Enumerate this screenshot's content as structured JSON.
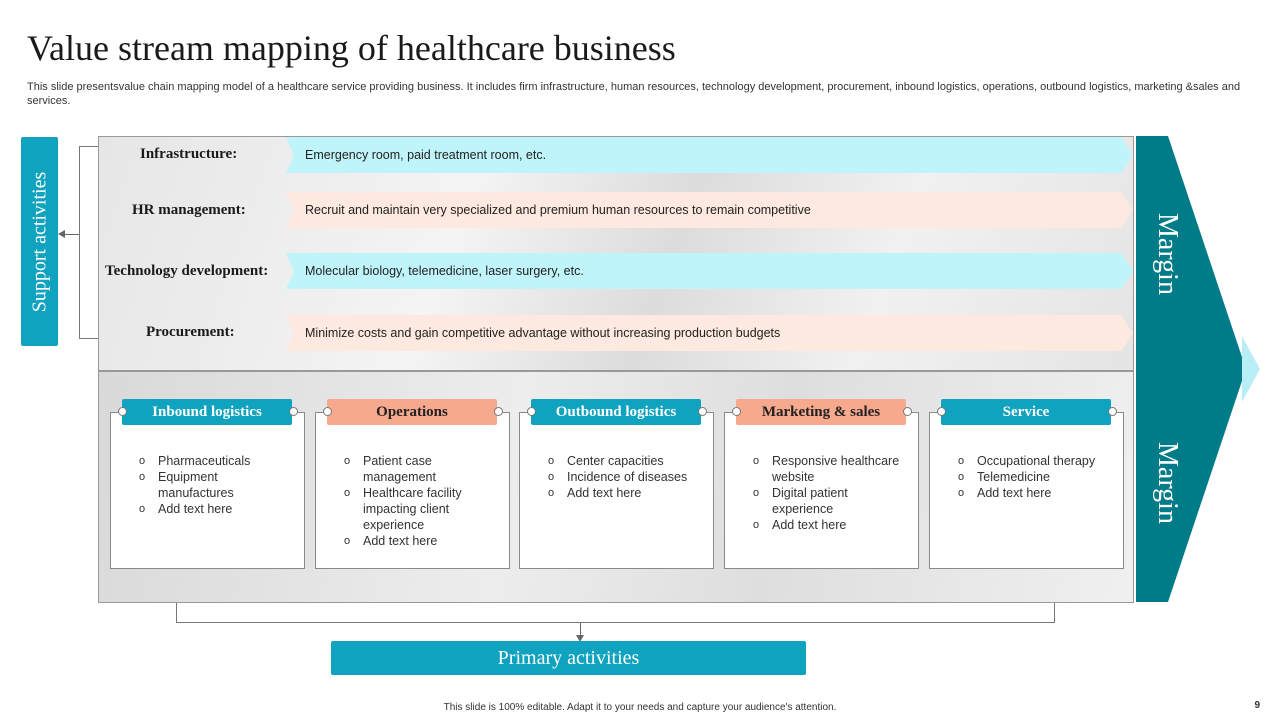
{
  "slide": {
    "title": "Value stream mapping of healthcare business",
    "subtitle": "This slide presentsvalue chain mapping model of a healthcare service providing business. It includes firm infrastructure, human resources, technology development, procurement, inbound logistics, operations, outbound logistics, marketing &sales and services.",
    "footer": "This slide is 100% editable. Adapt it to your needs and capture your audience's attention.",
    "page_number": "9"
  },
  "support": {
    "label": "Support activities",
    "rows": [
      {
        "label": "Infrastructure:",
        "text": "Emergency room, paid treatment room, etc."
      },
      {
        "label": "HR management:",
        "text": "Recruit and maintain very specialized and premium human resources to remain competitive"
      },
      {
        "label": "Technology development:",
        "text": "Molecular biology, telemedicine, laser surgery, etc."
      },
      {
        "label": "Procurement:",
        "text": "Minimize costs and gain competitive advantage without increasing production budgets"
      }
    ]
  },
  "primary": {
    "label": "Primary activities",
    "cards": [
      {
        "title": "Inbound  logistics",
        "items": [
          "Pharmaceuticals",
          "Equipment manufactures",
          "Add text here"
        ]
      },
      {
        "title": "Operations",
        "items": [
          "Patient case management",
          "Healthcare facility impacting client experience",
          "Add text here"
        ]
      },
      {
        "title": "Outbound  logistics",
        "items": [
          "Center capacities",
          "Incidence of diseases",
          "Add text here"
        ]
      },
      {
        "title": "Marketing & sales",
        "items": [
          "Responsive healthcare website",
          "Digital patient experience",
          "Add text here"
        ]
      },
      {
        "title": "Service",
        "items": [
          "Occupational therapy",
          "Telemedicine",
          "Add text here"
        ]
      }
    ]
  },
  "margin": {
    "top_label": "Margin",
    "bottom_label": "Margin"
  },
  "colors": {
    "teal": "#0fa3bf",
    "dark_teal": "#007c89",
    "salmon": "#f6a98d",
    "cyan_band": "#bff4fa",
    "peach_band": "#fde9df"
  }
}
